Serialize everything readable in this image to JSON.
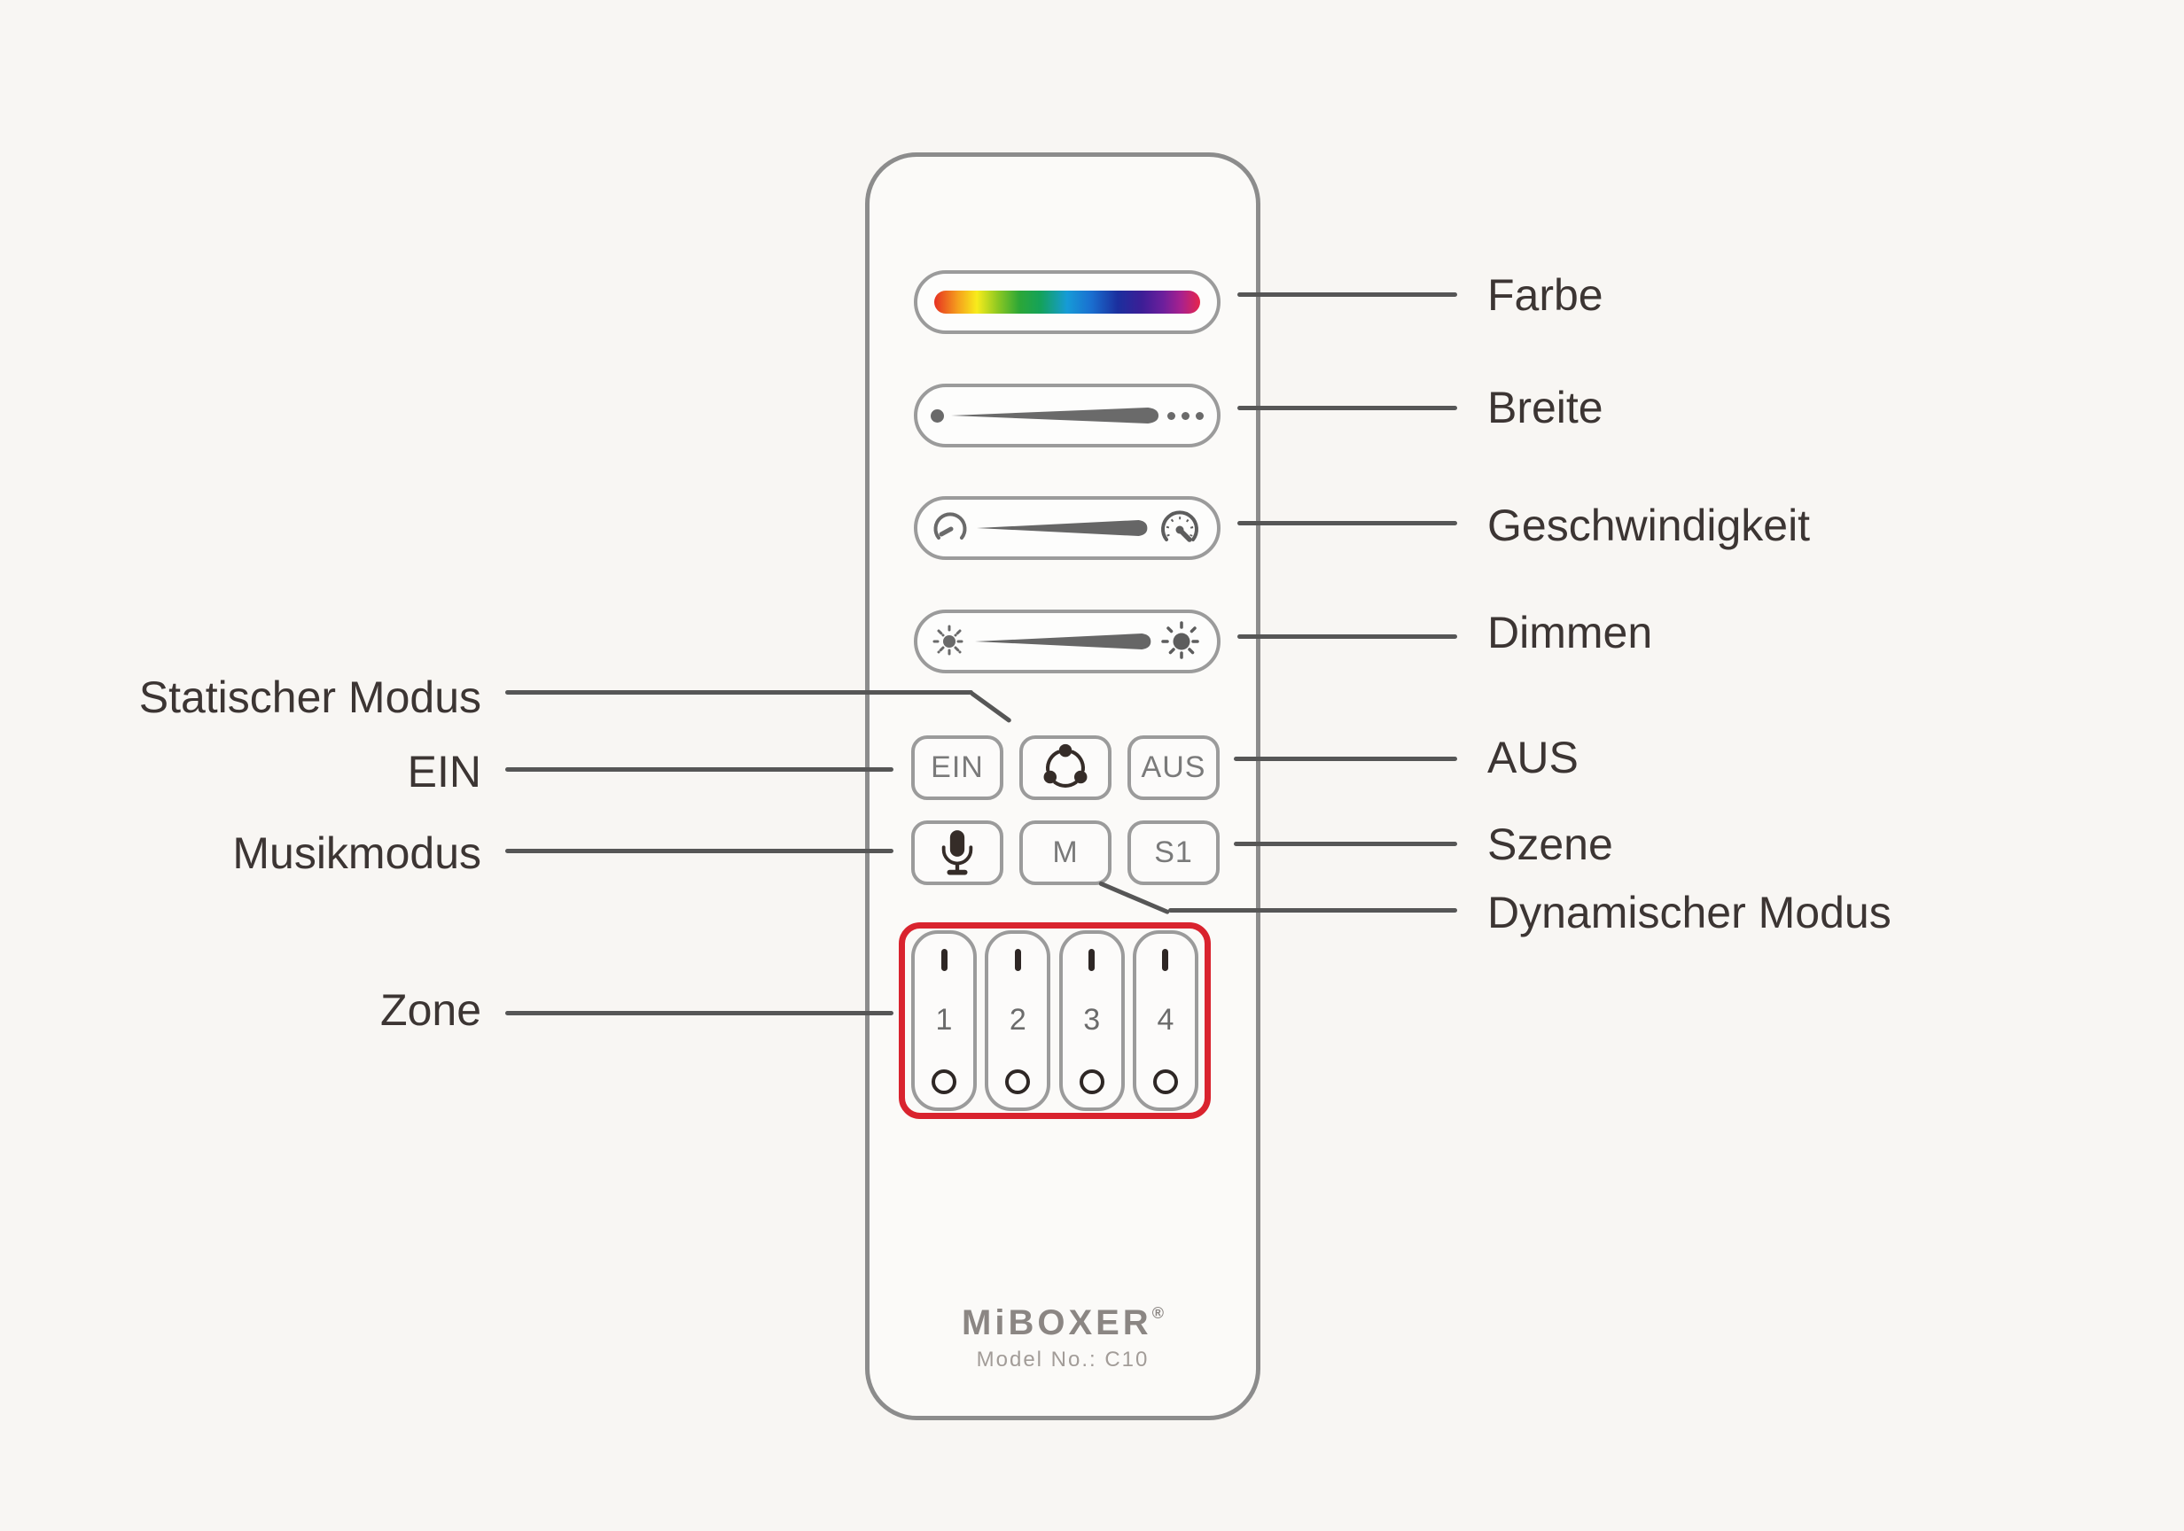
{
  "device": {
    "brand": "MiBOXER",
    "registered_mark": "®",
    "model_line": "Model No.: C10",
    "buttons": {
      "on": "EIN",
      "off": "AUS",
      "mode": "M",
      "scene": "S1"
    },
    "zones": [
      "1",
      "2",
      "3",
      "4"
    ],
    "zone_marks": {
      "on": "I",
      "off": "O"
    },
    "sliders": [
      "color-gradient-bar",
      "width-slider",
      "speed-slider",
      "dim-slider"
    ]
  },
  "annotations": {
    "left": [
      "Statischer Modus",
      "EIN",
      "Musikmodus",
      "Zone"
    ],
    "right": [
      "Farbe",
      "Breite",
      "Geschwindigkeit",
      "Dimmen",
      "AUS",
      "Szene",
      "Dynamischer Modus"
    ]
  },
  "colors": {
    "background": "#f8f6f3",
    "zone_highlight_red": "#d9232e",
    "connector_line": "#565656",
    "label_text": "#3c3533",
    "device_outline": "#8c8c8c",
    "button_outline": "#9b9b9b",
    "button_text": "#7a7a7a",
    "icon_dark": "#352c28",
    "slider_gray": "#6a6a6a",
    "rainbow": [
      "#e63022",
      "#f5a11d",
      "#f8ec1c",
      "#8cc822",
      "#2ca737",
      "#14a25a",
      "#169bd7",
      "#1a6fd0",
      "#1b2f9e",
      "#3c1e96",
      "#6c1f9c",
      "#a9218e",
      "#e6264c"
    ]
  }
}
